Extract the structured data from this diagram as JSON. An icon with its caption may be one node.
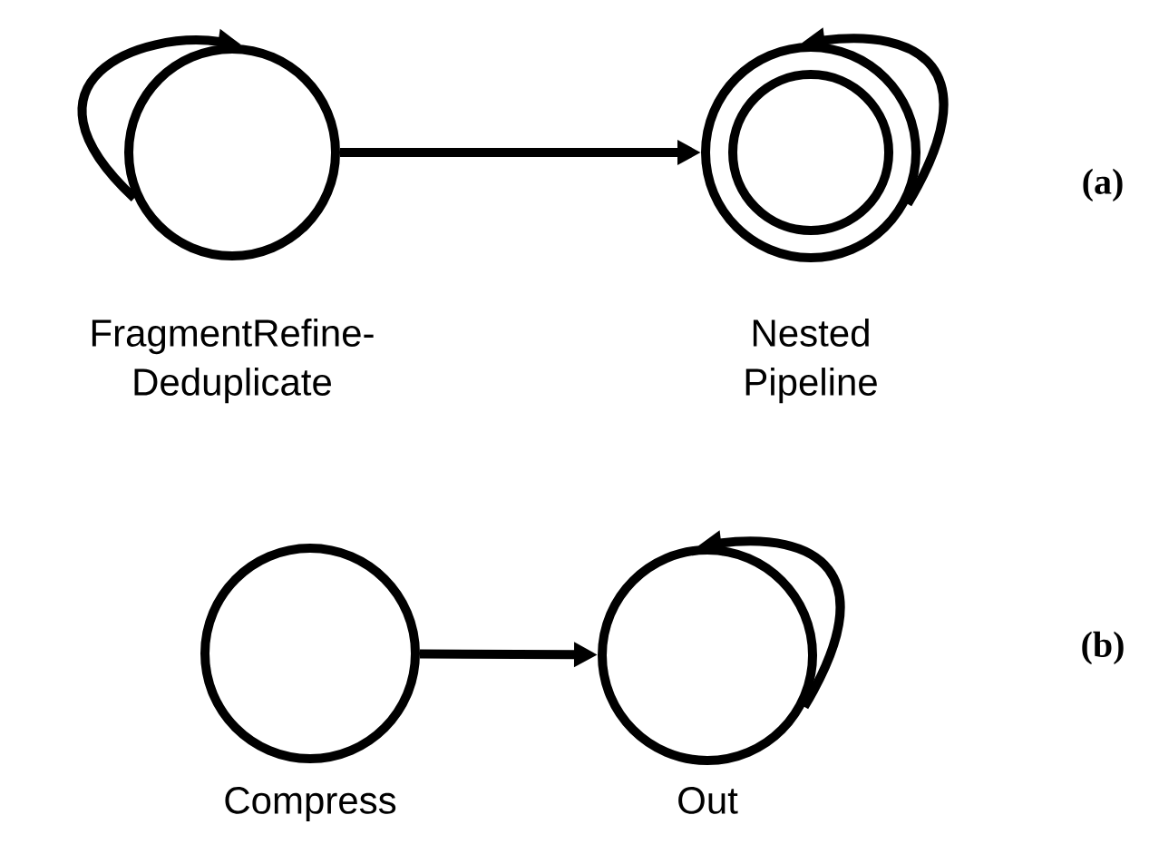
{
  "diagram": {
    "nodes": [
      {
        "text": [
          "FragmentRefine-Deduplicate"
        ]
      },
      {
        "text": [
          "Nested Pipeline"
        ]
      },
      {
        "text": [
          "Compress"
        ]
      },
      {
        "text": [
          "Out"
        ]
      }
    ],
    "edges": [
      {
        "from": 0,
        "to": 0,
        "arrow": "to"
      },
      {
        "from": 0,
        "to": 1,
        "arrow": "to"
      },
      {
        "from": 1,
        "to": 1,
        "arrow": "to"
      },
      {
        "from": 2,
        "to": 3,
        "arrow": "to"
      },
      {
        "from": 3,
        "to": 3,
        "arrow": "to"
      }
    ],
    "labels": [
      "(a)",
      "(b)"
    ]
  }
}
